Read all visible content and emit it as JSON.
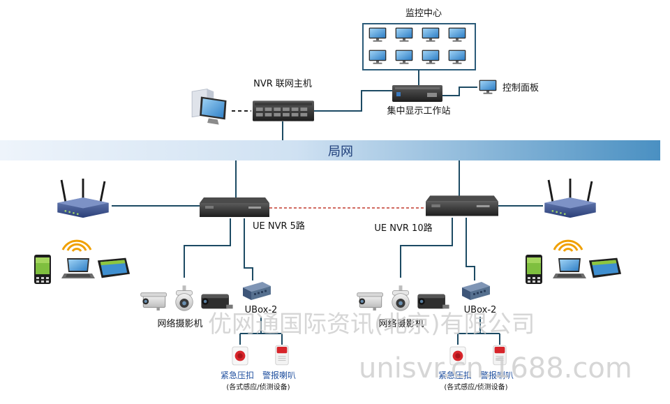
{
  "labels": {
    "monitor_center": "监控中心",
    "nvr_host": "NVR 联网主机",
    "control_panel": "控制面板",
    "display_workstation": "集中显示工作站",
    "lan": "局网",
    "ue_nvr_left": "UE NVR 5路",
    "ue_nvr_right": "UE NVR 10路",
    "cameras_left": "网络摄影机",
    "cameras_right": "网络摄影机",
    "ubox_left": "UBox-2",
    "ubox_right": "UBox-2",
    "emergency_left": "紧急压扣",
    "alarm_speaker_left": "警报喇叭",
    "sensors_left": "(各式感应/侦测设备)",
    "emergency_right": "紧急压扣",
    "alarm_speaker_right": "警报喇叭",
    "sensors_right": "(各式感应/侦测设备)",
    "watermark_company": "优网通国际资讯(北京)有限公司",
    "watermark_site": "unisvr.cn.1688.com"
  },
  "colors": {
    "line": "#1c4a63",
    "lan_bar_light": "#eaf2fa",
    "lan_bar_dark": "#4e94c4",
    "dashed_link": "#c0392b",
    "accent_blue": "#1f4f9e"
  },
  "icons": [
    "monitor-icon",
    "server-icon",
    "desktop-pc-icon",
    "router-icon",
    "wifi-icon",
    "phone-icon",
    "laptop-icon",
    "tablet-icon",
    "camera-icon",
    "dome-camera-icon",
    "ubox-icon",
    "emergency-button-icon",
    "alarm-speaker-icon"
  ]
}
